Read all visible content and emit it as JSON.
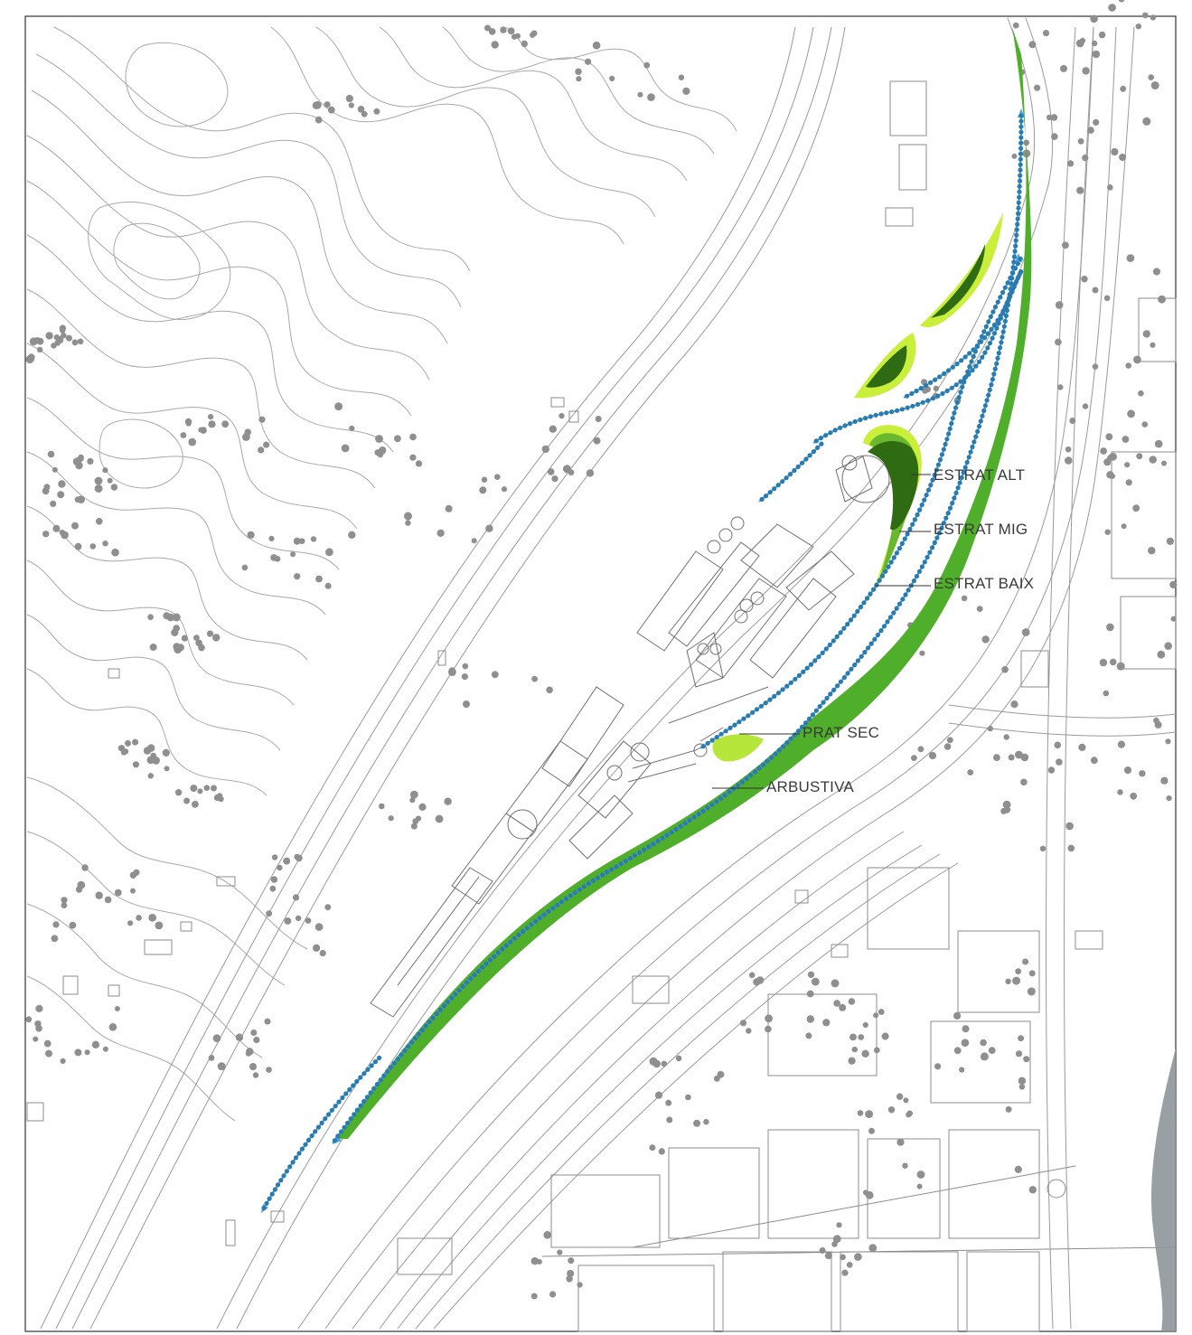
{
  "map": {
    "labels": {
      "estrat_alt": "ESTRAT ALT",
      "estrat_mig": "ESTRAT MIG",
      "estrat_baix": "ESTRAT BAIX",
      "prat_sec": "PRAT SEC",
      "arbustiva": "ARBUSTIVA"
    },
    "colors": {
      "estrat_alt": "#2e6b12",
      "estrat_mig": "#6ab82e",
      "estrat_baix": "#c9ef3a",
      "prat_sec": "#b6e63a",
      "arbustiva": "#4fae2a",
      "path_line": "#4aa3e0",
      "path_dots": "#2a7bb0",
      "contours": "#a8a8a8",
      "buildings": "#8c8c8c",
      "trees": "#8f8f8f",
      "river": "#8d9699"
    }
  }
}
